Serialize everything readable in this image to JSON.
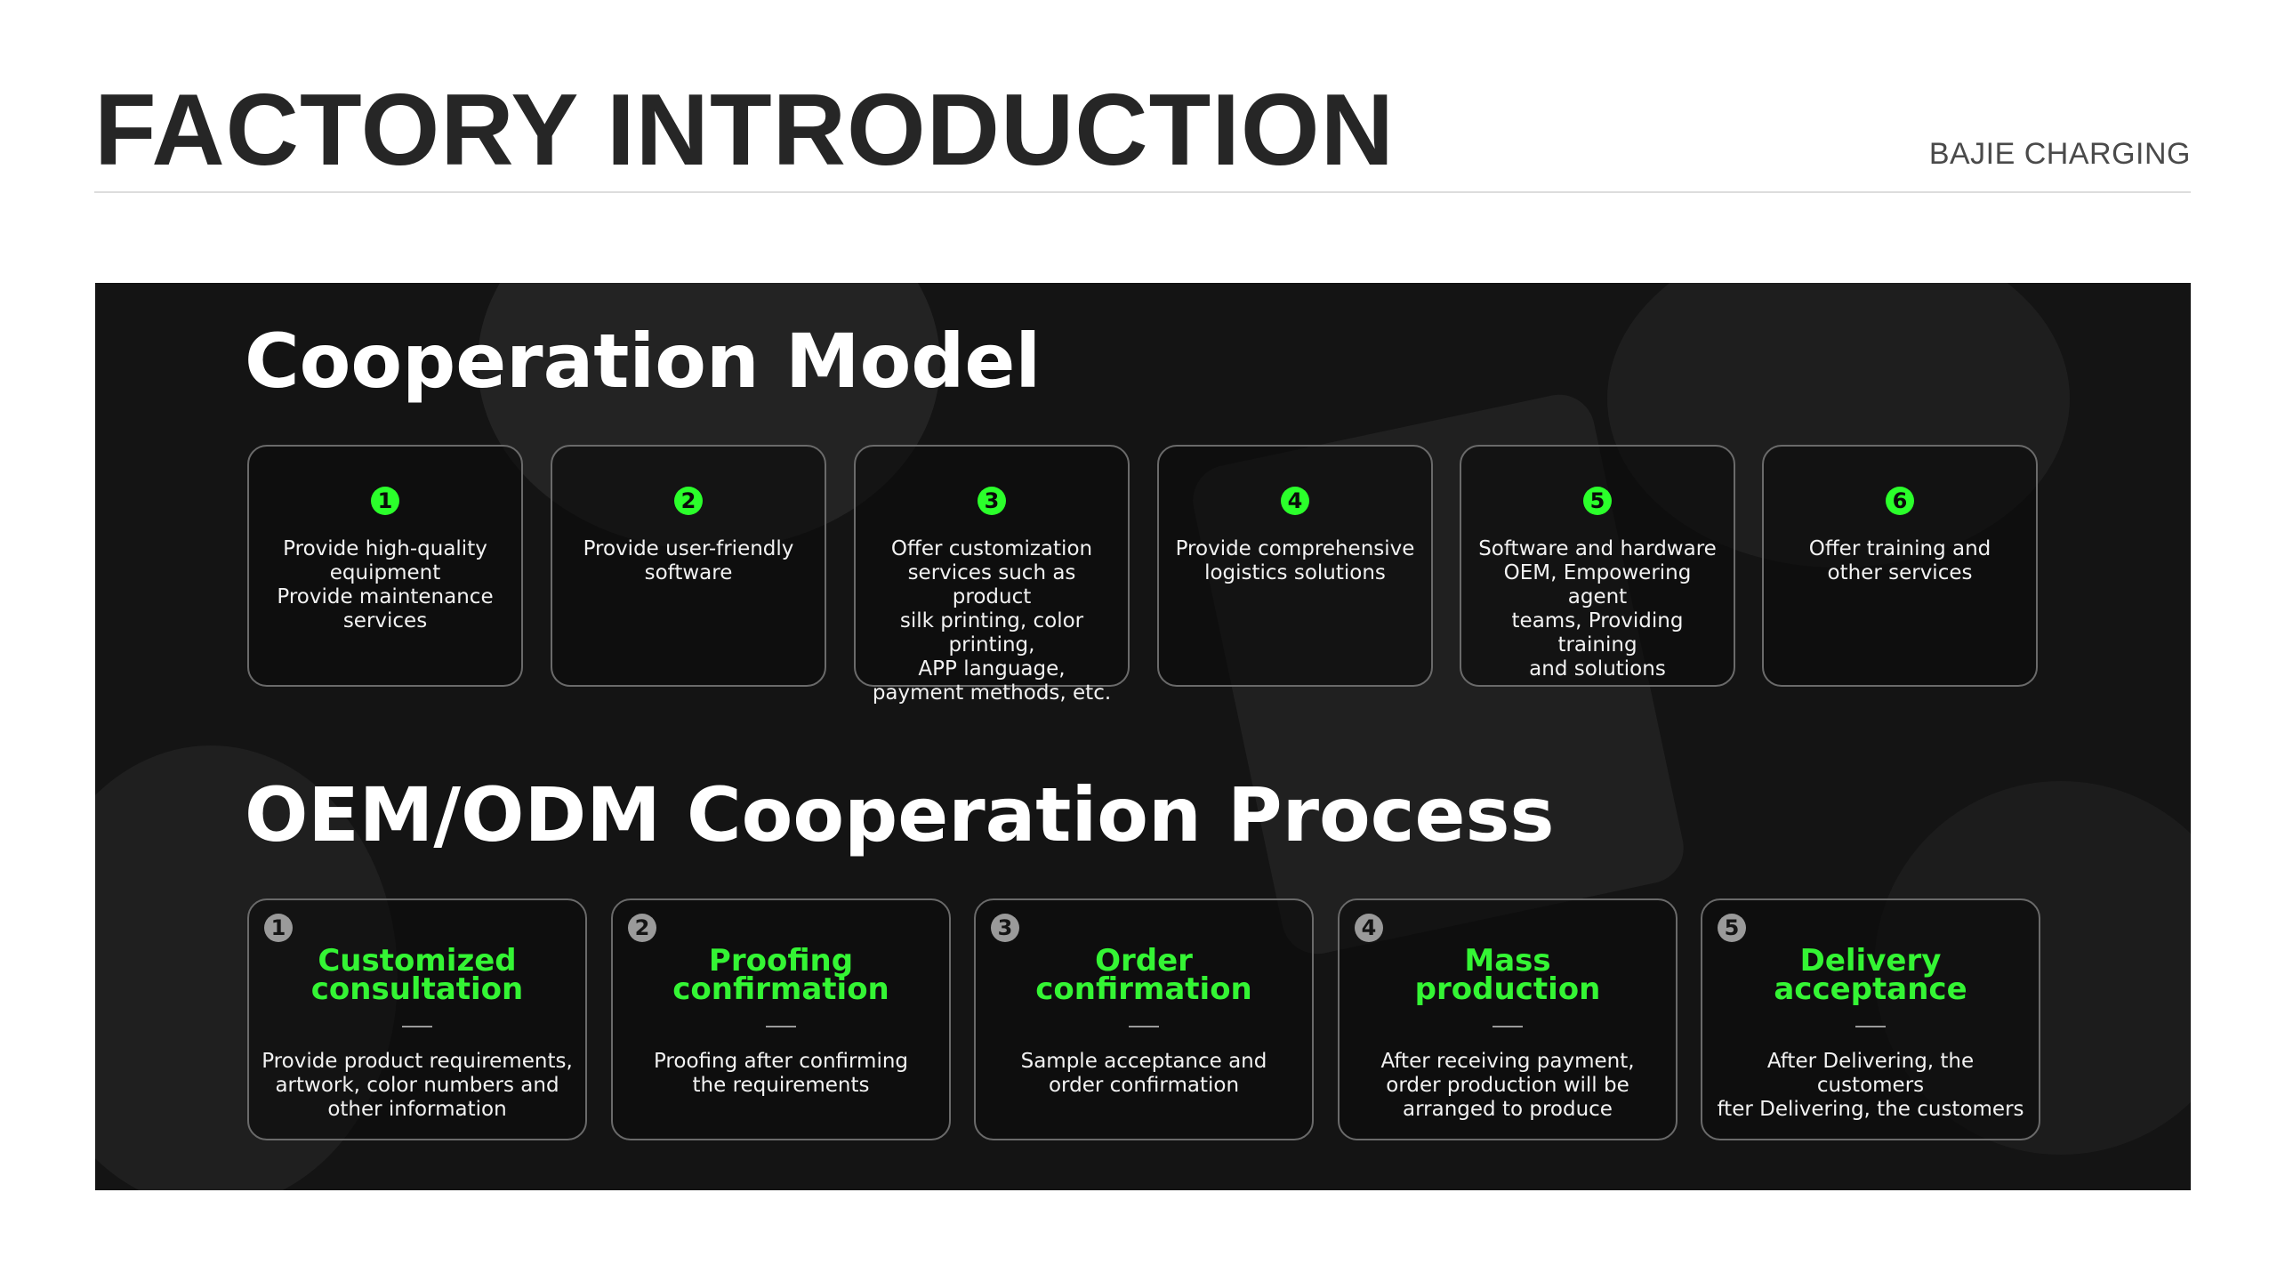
{
  "header": {
    "title": "FACTORY INTRODUCTION",
    "brand": "BAJIE CHARGING"
  },
  "cooperation_model": {
    "heading": "Cooperation Model",
    "items": [
      {
        "number": "1",
        "lines": [
          "Provide high-quality",
          "equipment",
          "Provide maintenance",
          "services"
        ]
      },
      {
        "number": "2",
        "lines": [
          "Provide user-friendly",
          "software"
        ]
      },
      {
        "number": "3",
        "lines": [
          "Offer customization",
          "services such as product",
          "silk printing, color printing,",
          "APP language,",
          "payment methods, etc."
        ]
      },
      {
        "number": "4",
        "lines": [
          "Provide comprehensive",
          "logistics solutions"
        ]
      },
      {
        "number": "5",
        "lines": [
          "Software and hardware",
          "OEM, Empowering agent",
          "teams, Providing training",
          "and solutions"
        ]
      },
      {
        "number": "6",
        "lines": [
          "Offer training and",
          "other services"
        ]
      }
    ]
  },
  "process": {
    "heading": "OEM/ODM Cooperation Process",
    "steps": [
      {
        "number": "1",
        "title": [
          "Customized",
          "consultation"
        ],
        "desc": [
          "Provide product requirements,",
          "artwork, color numbers and",
          "other information"
        ]
      },
      {
        "number": "2",
        "title": [
          "Proofing",
          "confirmation"
        ],
        "desc": [
          "Proofing after confirming",
          "the requirements"
        ]
      },
      {
        "number": "3",
        "title": [
          "Order",
          "confirmation"
        ],
        "desc": [
          "Sample acceptance and",
          "order confirmation"
        ]
      },
      {
        "number": "4",
        "title": [
          "Mass",
          "production"
        ],
        "desc": [
          "After receiving payment,",
          "order production will be",
          "arranged to produce"
        ]
      },
      {
        "number": "5",
        "title": [
          "Delivery",
          "acceptance"
        ],
        "desc": [
          "After Delivering, the customers",
          "fter Delivering, the customers"
        ]
      }
    ]
  }
}
